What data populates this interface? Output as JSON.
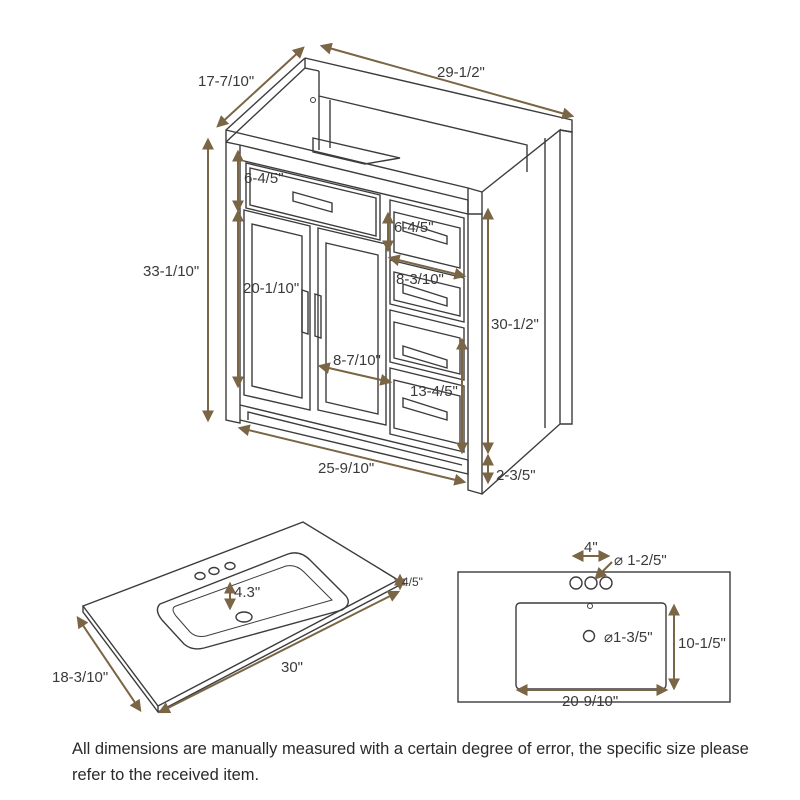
{
  "vanity": {
    "depth": "17-7/10\"",
    "width": "29-1/2\"",
    "total_height": "33-1/10\"",
    "top_drawer_height": "6-4/5\"",
    "door_height": "20-1/10\"",
    "door_width": "8-7/10\"",
    "side_drawer_height": "6-4/5\"",
    "side_drawer_width": "8-3/10\"",
    "lower_drawer_height": "13-4/5\"",
    "body_height": "30-1/2\"",
    "base_width": "25-9/10\"",
    "leg_height": "2-3/5\""
  },
  "sink_perspective": {
    "depth": "18-3/10\"",
    "width": "30\"",
    "bowl_depth": "4.3\"",
    "top_thickness": "4/5\""
  },
  "sink_top_view": {
    "faucet_spacing": "4\"",
    "faucet_hole": "⌀ 1-2/5\"",
    "drain_hole": "⌀1-3/5\"",
    "basin_height": "10-1/5\"",
    "basin_width": "20-9/10\""
  },
  "colors": {
    "arrow": "#7a6545",
    "line": "#3c3c3c"
  },
  "note": "All dimensions are manually measured with a certain degree of error, the specific size please refer to the received item."
}
